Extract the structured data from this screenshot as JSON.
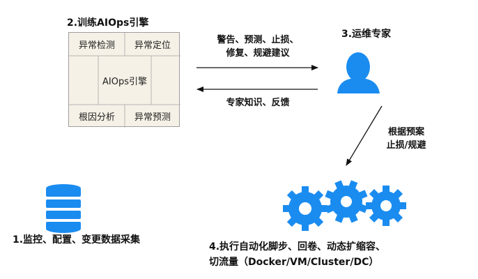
{
  "engine": {
    "title": "2.训练AIOps引擎",
    "cells": {
      "top_left": "异常检测",
      "top_right": "异常定位",
      "center": "AIOps引擎",
      "bottom_left": "根因分析",
      "bottom_right": "异常预测"
    }
  },
  "expert": {
    "title": "3.运维专家"
  },
  "arrows": {
    "to_expert": [
      "警告、预测、止损、",
      "修复、规避建议"
    ],
    "to_engine": "专家知识、反馈",
    "to_gears": [
      "根据预案",
      "止损/规避"
    ]
  },
  "collection": {
    "label": "1.监控、配置、变更数据采集"
  },
  "execution": {
    "lines": [
      "4.执行自动化脚步、回卷、动态扩缩容、",
      "切流量（Docker/VM/Cluster/DC）"
    ]
  },
  "colors": {
    "accent": "#1a8cf0",
    "box_fill": "#f6f1e6",
    "box_border": "#9e9e9e"
  },
  "icons": {
    "expert": "person-icon",
    "collection": "database-icon",
    "execution": "gears-icon"
  }
}
